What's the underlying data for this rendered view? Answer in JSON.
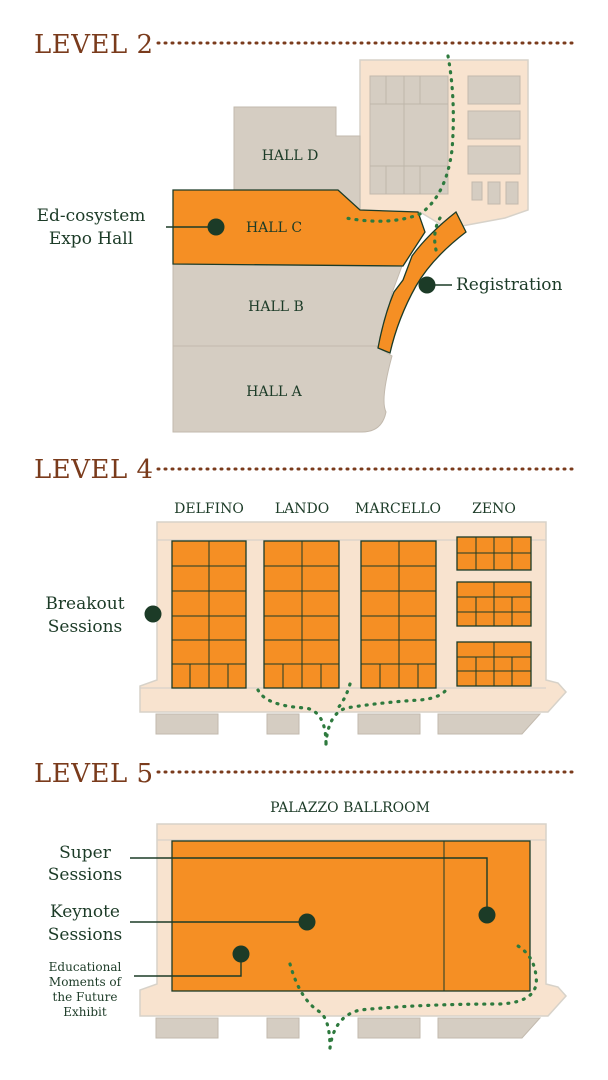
{
  "levels": [
    {
      "title": "LEVEL 2",
      "halls": [
        "HALL D",
        "HALL C",
        "HALL B",
        "HALL A"
      ],
      "callouts": {
        "expo_line1": "Ed-cosystem",
        "expo_line2": "Expo Hall",
        "registration": "Registration"
      }
    },
    {
      "title": "LEVEL 4",
      "rooms": [
        "DELFINO",
        "LANDO",
        "MARCELLO",
        "ZENO"
      ],
      "callouts": {
        "breakout_line1": "Breakout",
        "breakout_line2": "Sessions"
      }
    },
    {
      "title": "LEVEL 5",
      "room": "PALAZZO BALLROOM",
      "callouts": {
        "super_line1": "Super",
        "super_line2": "Sessions",
        "keynote_line1": "Keynote",
        "keynote_line2": "Sessions",
        "edu_line1": "Educational",
        "edu_line2": "Moments of",
        "edu_line3": "the Future",
        "edu_line4": "Exhibit"
      }
    }
  ],
  "colors": {
    "heading": "#7a3b1c",
    "highlight": "#f58f24",
    "floor": "#f8e3cf",
    "inactive": "#d5cdc2",
    "marker": "#1c3b27",
    "walkway": "#2e7a3e"
  }
}
